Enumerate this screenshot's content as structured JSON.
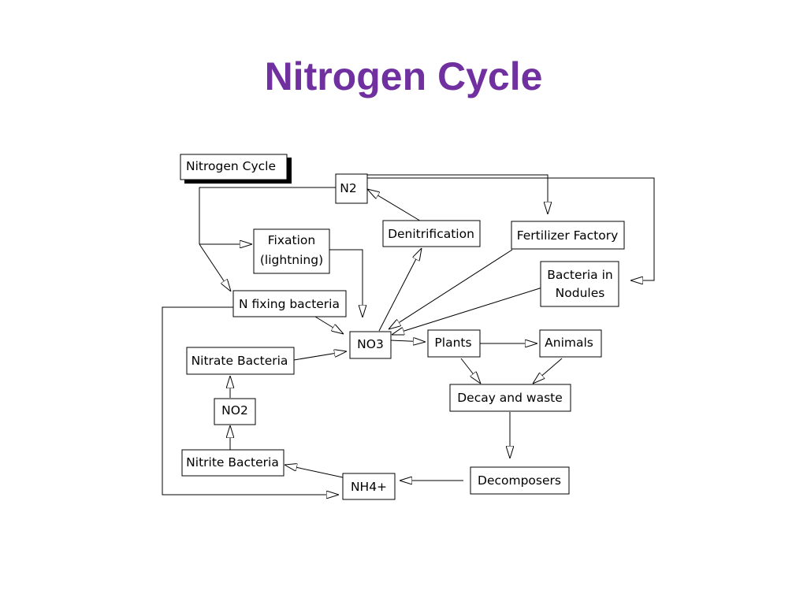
{
  "title": "Nitrogen Cycle",
  "diagram": {
    "legend_label": "Nitrogen Cycle",
    "nodes": {
      "n2": "N2",
      "fixation_line1": "Fixation",
      "fixation_line2": "(lightning)",
      "denitrification": "Denitrification",
      "fertilizer": "Fertilizer Factory",
      "bacteria_nodules_line1": "Bacteria in",
      "bacteria_nodules_line2": "Nodules",
      "n_fixing": "N fixing bacteria",
      "no3": "NO3",
      "plants": "Plants",
      "animals": "Animals",
      "nitrate_bacteria": "Nitrate Bacteria",
      "no2": "NO2",
      "decay": "Decay and waste",
      "nitrite_bacteria": "Nitrite Bacteria",
      "nh4": "NH4+",
      "decomposers": "Decomposers"
    }
  }
}
